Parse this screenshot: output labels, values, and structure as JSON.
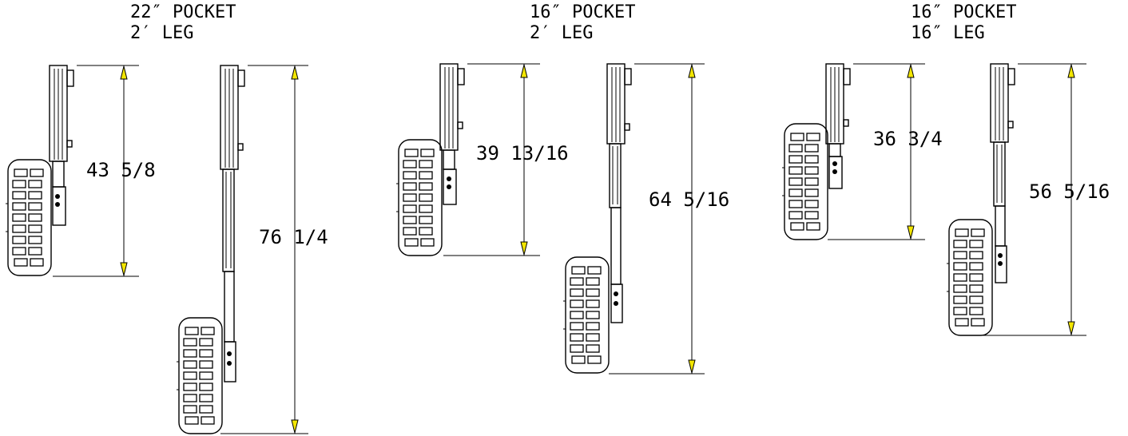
{
  "groups": [
    {
      "title_line1": "22″ POCKET",
      "title_line2": "2′ LEG",
      "short_dimension": "43 5/8",
      "long_dimension": "76 1/4"
    },
    {
      "title_line1": "16″ POCKET",
      "title_line2": "2′ LEG",
      "short_dimension": "39 13/16",
      "long_dimension": "64 5/16"
    },
    {
      "title_line1": "16″ POCKET",
      "title_line2": "16″ LEG",
      "short_dimension": "36 3/4",
      "long_dimension": "56 5/16"
    }
  ],
  "colors": {
    "line": "#000000",
    "arrowhead": "#f3e600",
    "background": "#ffffff"
  }
}
